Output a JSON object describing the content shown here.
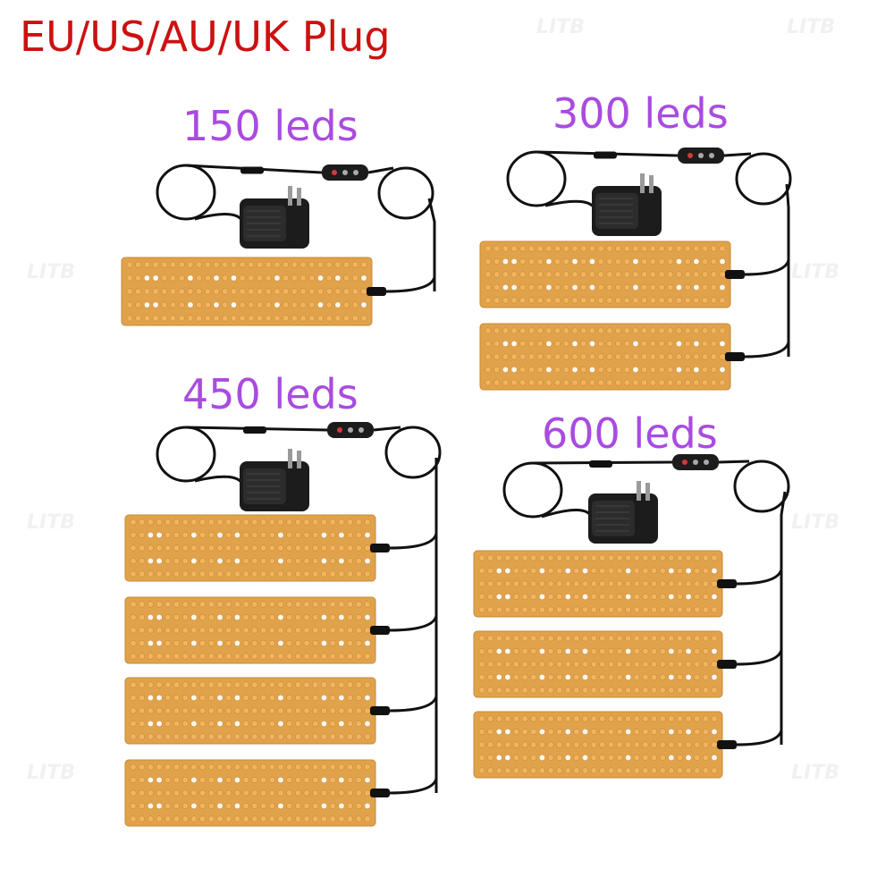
{
  "header": {
    "title": "EU/US/AU/UK Plug"
  },
  "kits": [
    {
      "label": "150 leds",
      "panels": 1
    },
    {
      "label": "300 leds",
      "panels": 2
    },
    {
      "label": "450 leds",
      "panels": 4
    },
    {
      "label": "600 leds",
      "panels": 3
    }
  ],
  "watermark": "LITB",
  "colors": {
    "title": "#cc1111",
    "label": "#a94be0",
    "panel_board": "#e0a24a",
    "led_warm": "#f3b45f",
    "led_white": "#fff8ee",
    "cable": "#111111"
  }
}
